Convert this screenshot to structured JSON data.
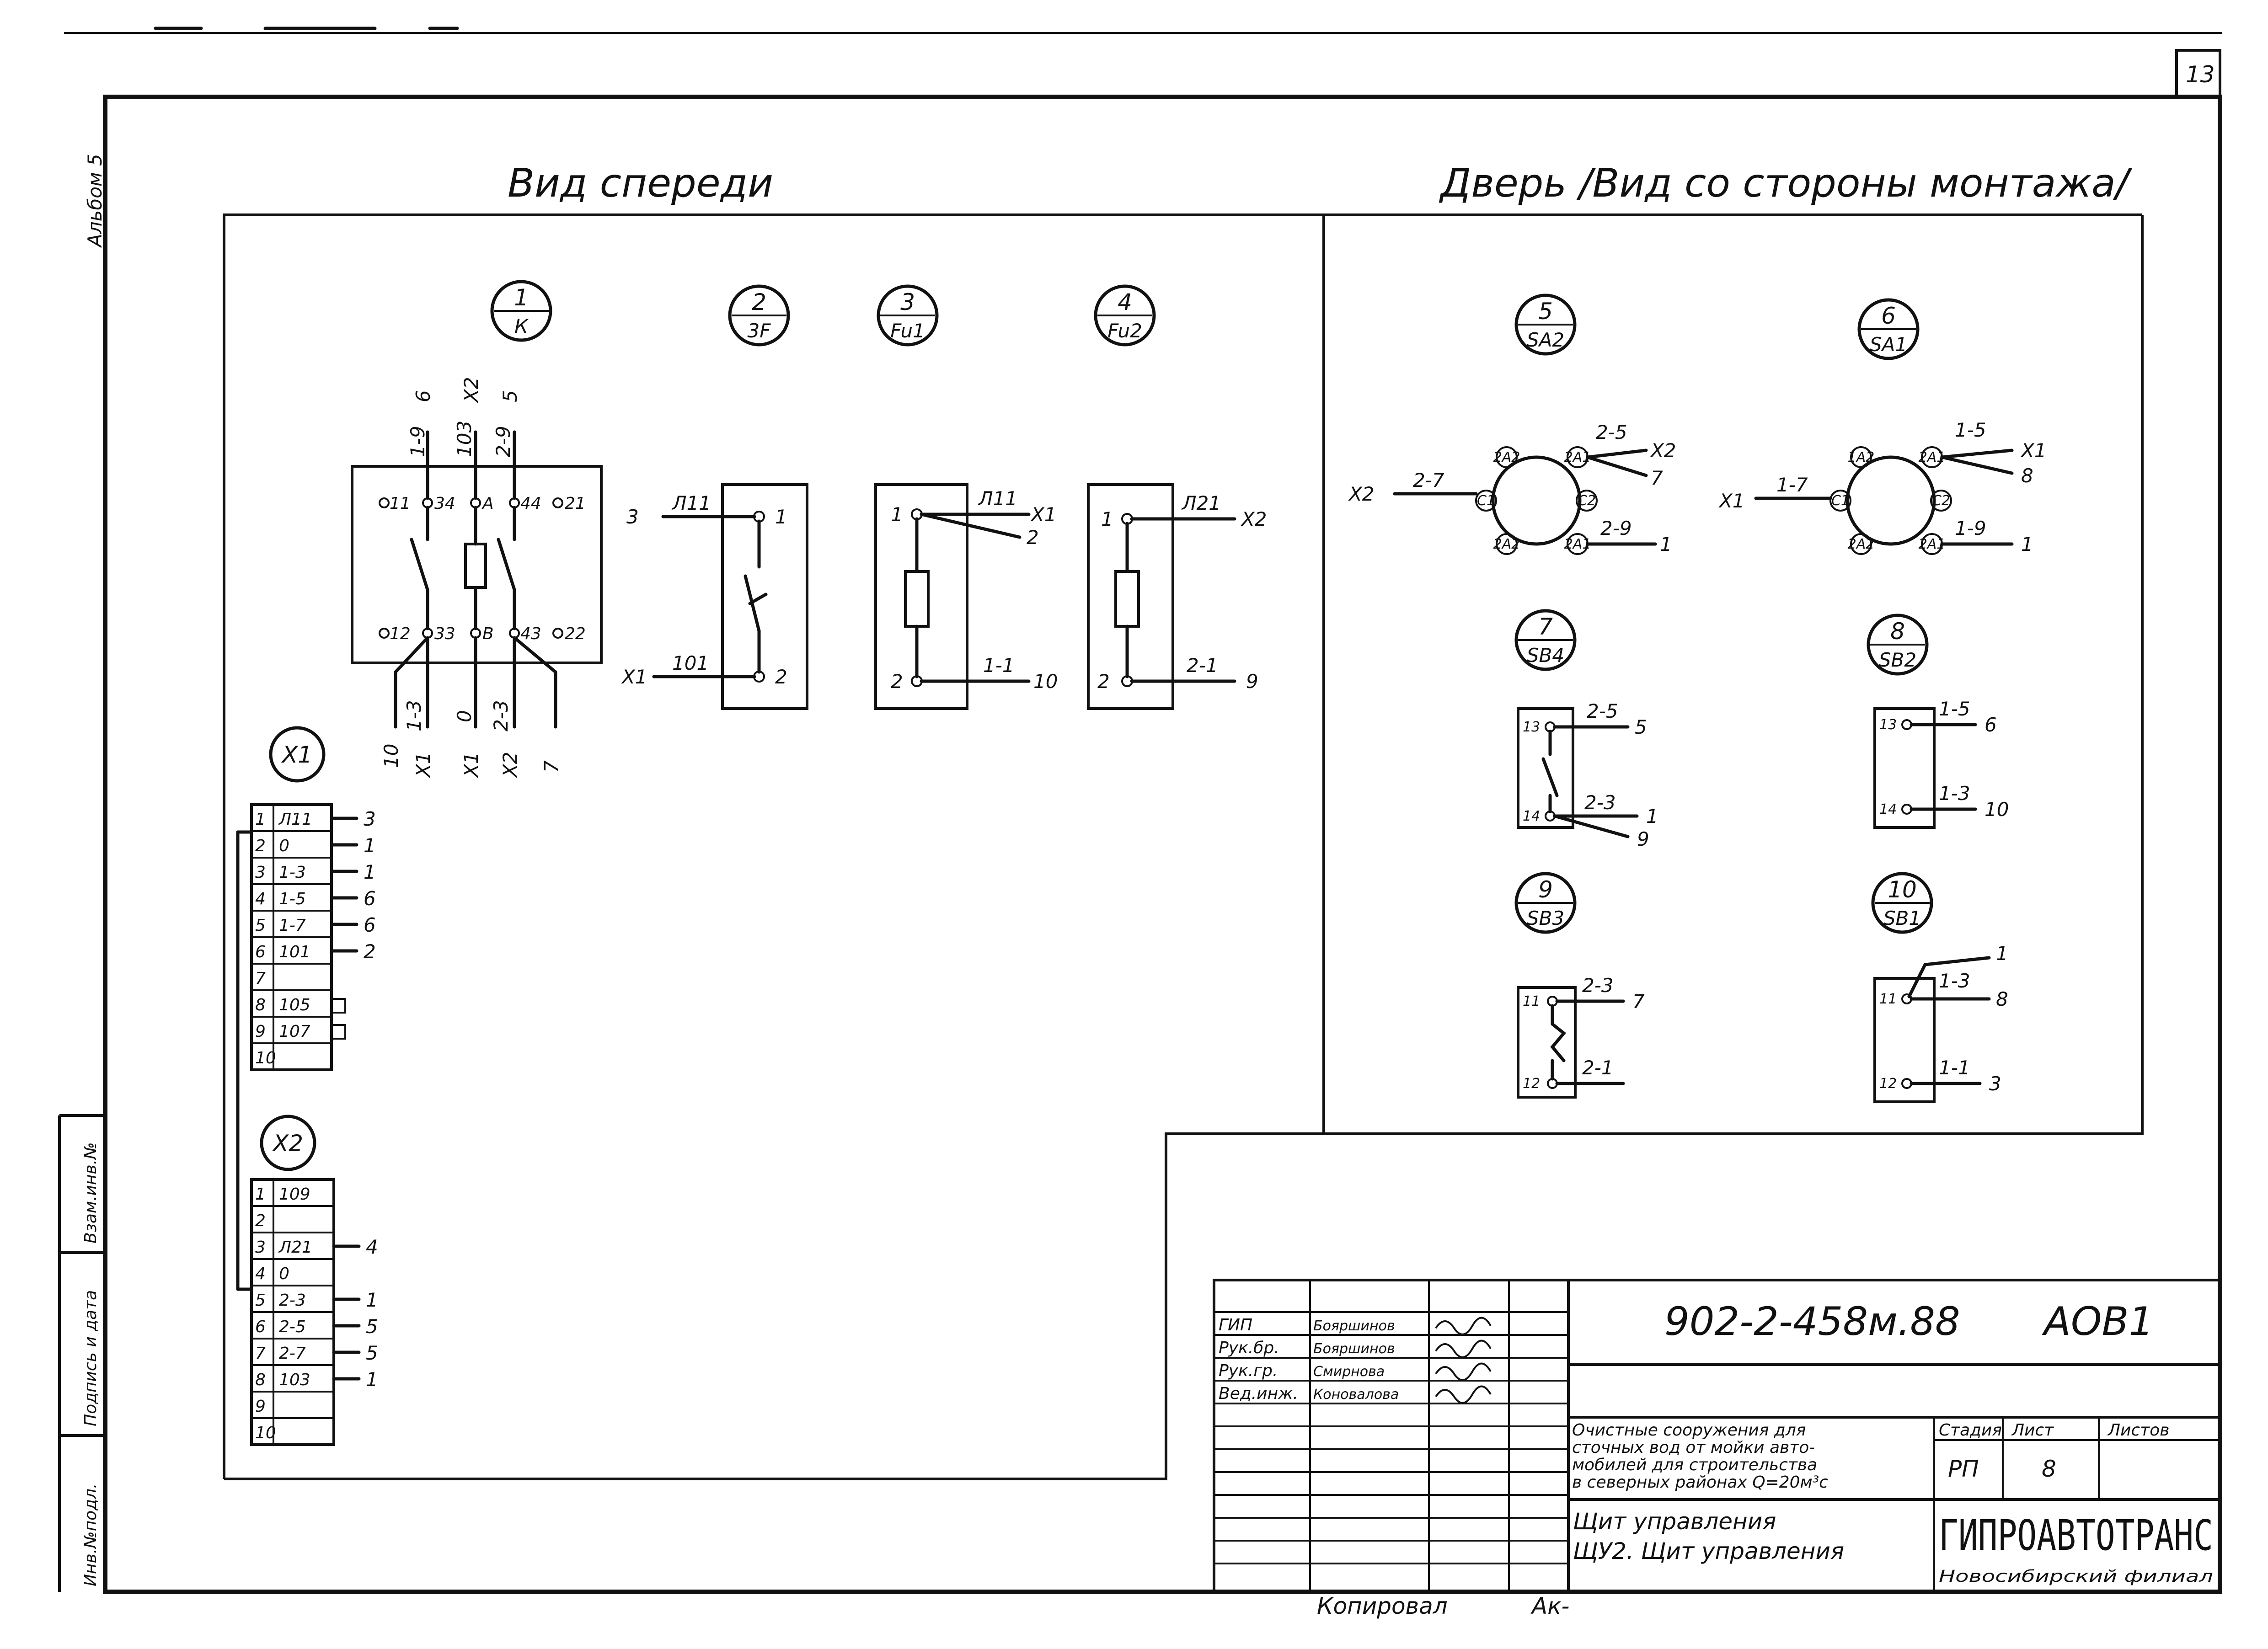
{
  "sheet": {
    "page_number": "13",
    "album": "Альбом 5",
    "left_stamp": [
      "Инв.№подл.",
      "Подпись и дата",
      "Взам.инв.№"
    ]
  },
  "headings": {
    "front": "Вид спереди",
    "door": "Дверь /Вид со стороны монтажа/"
  },
  "components": [
    {
      "num": "1",
      "tag": "К"
    },
    {
      "num": "2",
      "tag": "3F"
    },
    {
      "num": "3",
      "tag": "Fu1"
    },
    {
      "num": "4",
      "tag": "Fu2"
    },
    {
      "num": "5",
      "tag": "SA2"
    },
    {
      "num": "6",
      "tag": "SA1"
    },
    {
      "num": "7",
      "tag": "SB4"
    },
    {
      "num": "8",
      "tag": "SB2"
    },
    {
      "num": "9",
      "tag": "SB3"
    },
    {
      "num": "10",
      "tag": "SB1"
    }
  ],
  "contactor": {
    "top_wires": [
      "1-9",
      "6",
      "103",
      "X2",
      "2-9",
      "5"
    ],
    "top_pins": [
      "11",
      "34",
      "A",
      "44",
      "21"
    ],
    "bottom_pins": [
      "12",
      "33",
      "B",
      "43",
      "22"
    ],
    "bottom_wires": [
      "10",
      "1-3",
      "X1",
      "X1",
      "0",
      "2-3",
      "X2",
      "7"
    ]
  },
  "breaker": {
    "pin1": "1",
    "pin2": "2",
    "w1": "Л11",
    "w2": "101",
    "d1": "3",
    "d2": "X1"
  },
  "fuse1": {
    "pin1": "1",
    "pin2": "2",
    "w1": "Л11",
    "d1a": "X1",
    "d1b": "2",
    "w2": "1-1",
    "d2": "10"
  },
  "fuse2": {
    "pin1": "1",
    "pin2": "2",
    "w1": "Л21",
    "d1": "X2",
    "w2": "2-1",
    "d2": "9"
  },
  "sa2": {
    "c1": "C1",
    "c2": "C2",
    "a1": "2A1",
    "a2": "2A2",
    "b1": "2A1",
    "b2": "2A2",
    "wl": "2-7",
    "dl": "X2",
    "wr1": "2-5",
    "dr1a": "X2",
    "dr1b": "7",
    "wr2": "2-9",
    "dr2": "1"
  },
  "sa1": {
    "c1": "C1",
    "c2": "C2",
    "a1": "1A2",
    "a2": "2A1",
    "b1": "2A2",
    "b2": "2A1",
    "wl": "1-7",
    "dl": "X1",
    "wr1": "1-5",
    "dr1a": "X1",
    "dr1b": "8",
    "wr2": "1-9",
    "dr2": "1"
  },
  "sb4": {
    "p1": "13",
    "p2": "14",
    "w1": "2-5",
    "d1": "5",
    "w2": "2-3",
    "d2a": "1",
    "d2b": "9"
  },
  "sb2": {
    "p1": "13",
    "p2": "14",
    "w1": "1-5",
    "d1": "6",
    "w2": "1-3",
    "d2": "10"
  },
  "sb3": {
    "p1": "11",
    "p2": "12",
    "w1": "2-3",
    "d1": "7",
    "w2": "2-1"
  },
  "sb1": {
    "p1": "11",
    "p2": "12",
    "top": "1",
    "w1": "1-3",
    "d1": "8",
    "w2": "1-1",
    "d2": "3"
  },
  "terminal_x1": {
    "tag": "X1",
    "rows": [
      {
        "n": "1",
        "w": "Л11",
        "d": "3"
      },
      {
        "n": "2",
        "w": "0",
        "d": "1"
      },
      {
        "n": "3",
        "w": "1-3",
        "d": "1"
      },
      {
        "n": "4",
        "w": "1-5",
        "d": "6"
      },
      {
        "n": "5",
        "w": "1-7",
        "d": "6"
      },
      {
        "n": "6",
        "w": "101",
        "d": "2"
      },
      {
        "n": "7",
        "w": "",
        "d": ""
      },
      {
        "n": "8",
        "w": "105",
        "d": ""
      },
      {
        "n": "9",
        "w": "107",
        "d": ""
      },
      {
        "n": "10",
        "w": "",
        "d": ""
      }
    ]
  },
  "terminal_x2": {
    "tag": "X2",
    "rows": [
      {
        "n": "1",
        "w": "109",
        "d": ""
      },
      {
        "n": "2",
        "w": "",
        "d": ""
      },
      {
        "n": "3",
        "w": "Л21",
        "d": "4"
      },
      {
        "n": "4",
        "w": "0",
        "d": ""
      },
      {
        "n": "5",
        "w": "2-3",
        "d": "1"
      },
      {
        "n": "6",
        "w": "2-5",
        "d": "5"
      },
      {
        "n": "7",
        "w": "2-7",
        "d": "5"
      },
      {
        "n": "8",
        "w": "103",
        "d": "1"
      },
      {
        "n": "9",
        "w": "",
        "d": ""
      },
      {
        "n": "10",
        "w": "",
        "d": ""
      }
    ]
  },
  "title_block": {
    "doc_code": "902-2-458м.88",
    "sheet_code": "АОВ1",
    "roles": [
      {
        "role": "ГИП",
        "name": "Бояршинов"
      },
      {
        "role": "Рук.бр.",
        "name": "Бояршинов"
      },
      {
        "role": "Рук.гр.",
        "name": "Смирнова"
      },
      {
        "role": "Вед.инж.",
        "name": "Коновалова"
      }
    ],
    "project_lines": [
      "Очистные сооружения для",
      "сточных вод от мойки авто-",
      "мобилей для строительства",
      "в северных районах Q=20м³с"
    ],
    "stage_hdr": "Стадия",
    "sheet_hdr": "Лист",
    "sheets_hdr": "Листов",
    "stage": "РП",
    "sheet": "8",
    "drawing_lines": [
      "Щит управления",
      "ЩУ2. Щит управления"
    ],
    "org": "ГИПРОАВТОТРАНС",
    "branch": "Новосибирский филиал",
    "copied": "Копировал",
    "copied_sign": "Ак-"
  }
}
